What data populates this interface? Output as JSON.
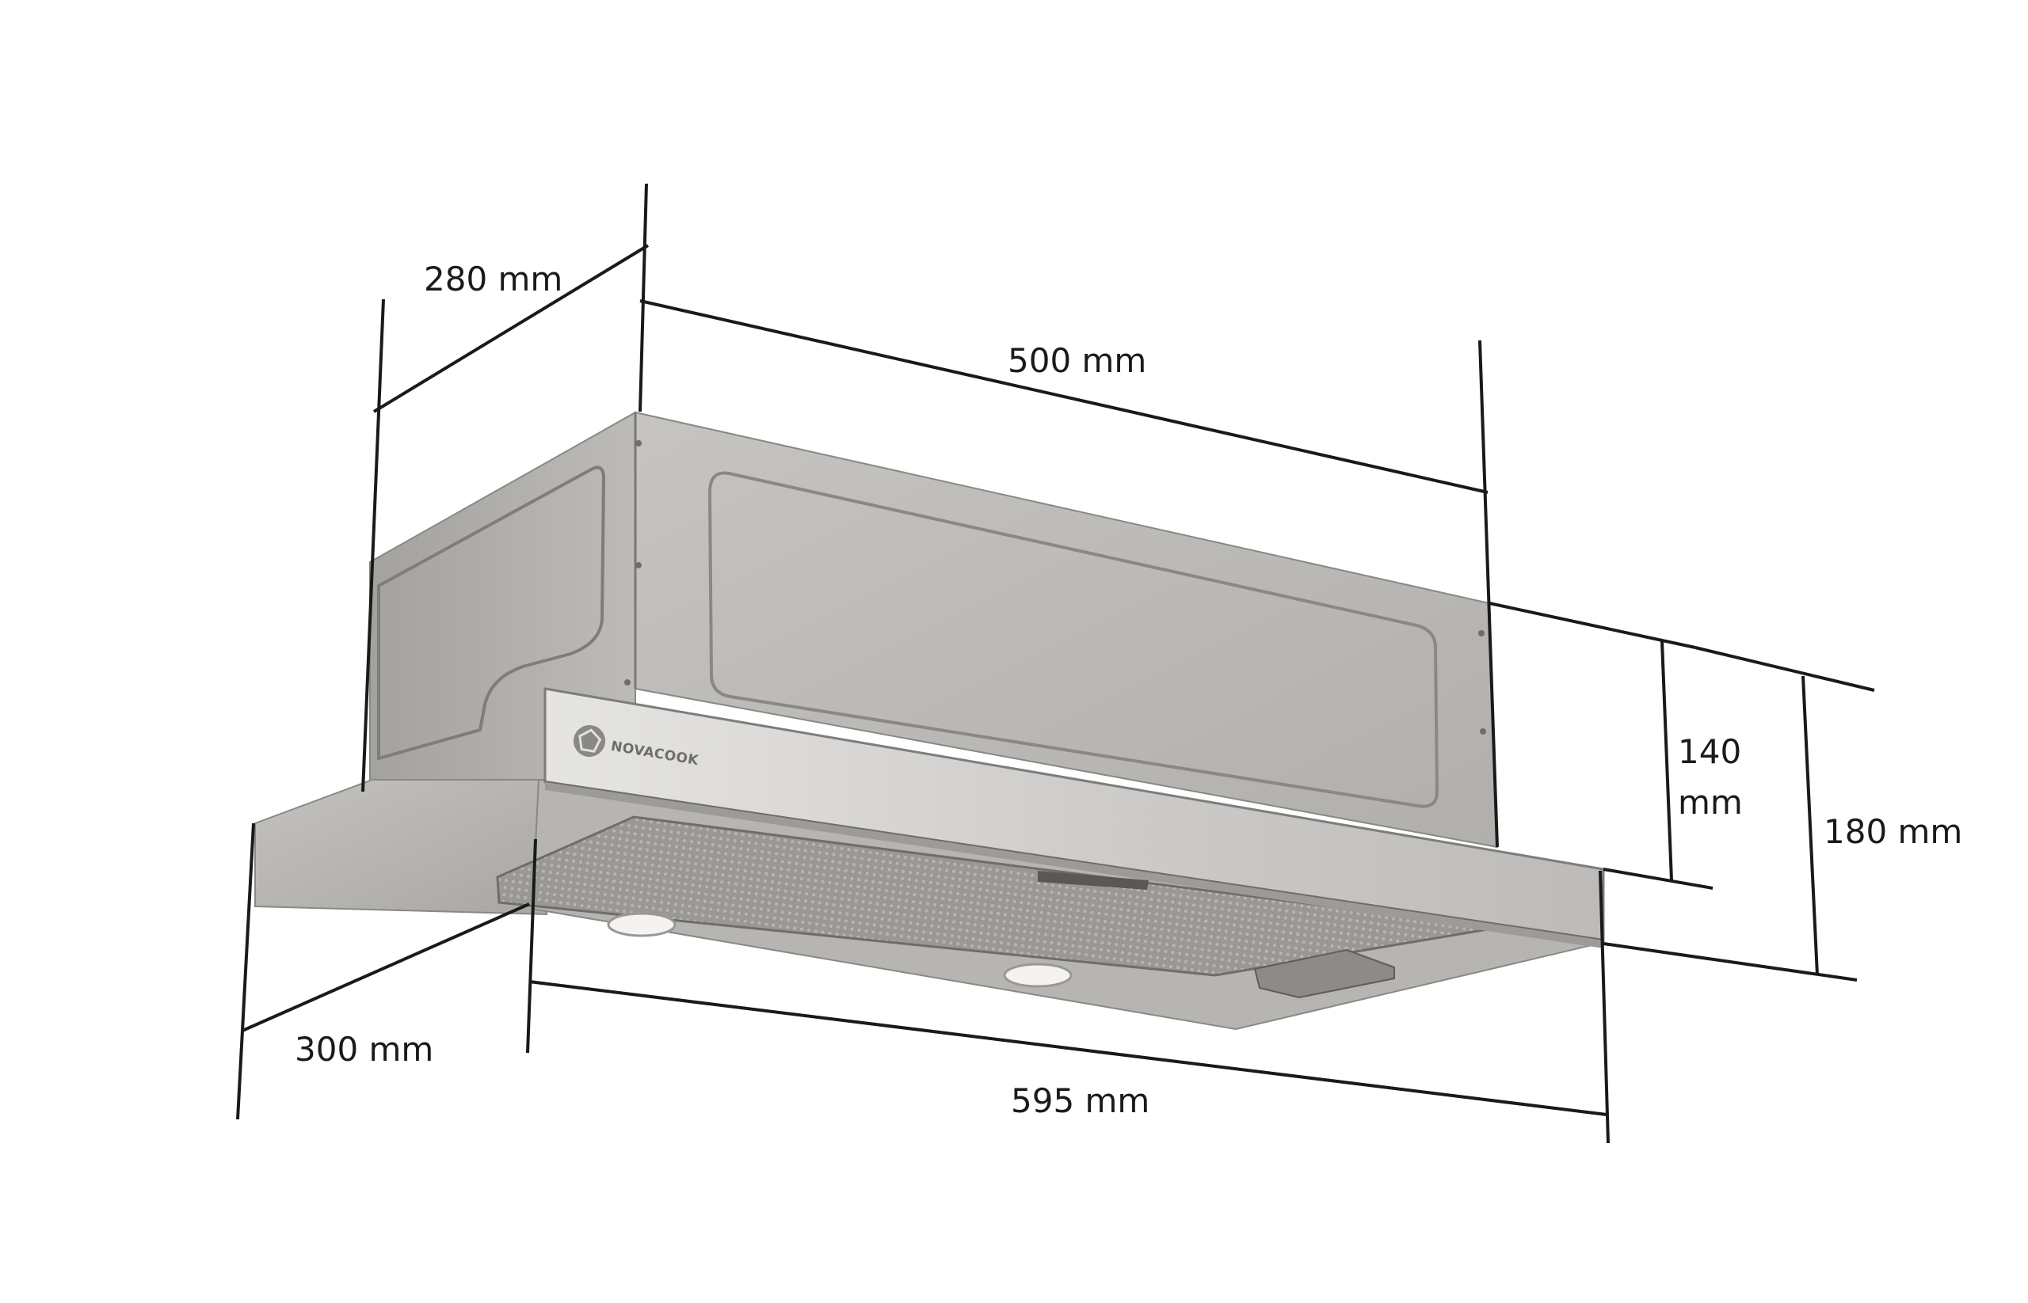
{
  "product": {
    "brand": "NOVACOOK"
  },
  "dimensions": {
    "depth_top": "280 mm",
    "width_top": "500 mm",
    "height_body": "140 mm",
    "height_total": "180 mm",
    "depth_bottom": "300 mm",
    "width_front": "595 mm"
  },
  "colors": {
    "body": "#b0aeab",
    "body_dark": "#8f8d8a",
    "front_panel": "#cfcdcb",
    "filter_grille": "#9d9b98",
    "dimension_line": "#1a1a1a"
  }
}
